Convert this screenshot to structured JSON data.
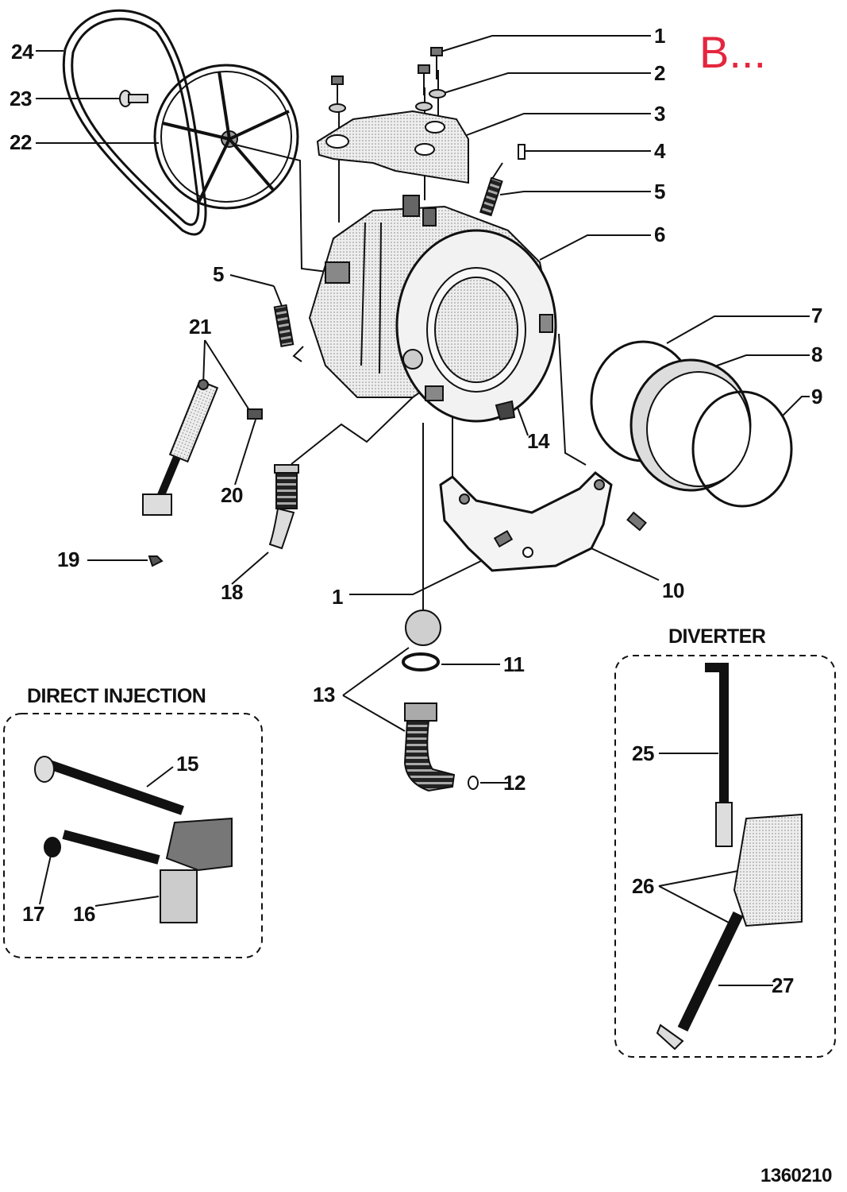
{
  "badge": "B...",
  "doc_number": "1360210",
  "sections": {
    "direct_injection": "DIRECT INJECTION",
    "diverter": "DIVERTER"
  },
  "callouts": [
    {
      "id": "c1a",
      "text": "1"
    },
    {
      "id": "c2",
      "text": "2"
    },
    {
      "id": "c3",
      "text": "3"
    },
    {
      "id": "c4",
      "text": "4"
    },
    {
      "id": "c5a",
      "text": "5"
    },
    {
      "id": "c6",
      "text": "6"
    },
    {
      "id": "c7",
      "text": "7"
    },
    {
      "id": "c8",
      "text": "8"
    },
    {
      "id": "c9",
      "text": "9"
    },
    {
      "id": "c10",
      "text": "10"
    },
    {
      "id": "c11",
      "text": "11"
    },
    {
      "id": "c12",
      "text": "12"
    },
    {
      "id": "c13",
      "text": "13"
    },
    {
      "id": "c14",
      "text": "14"
    },
    {
      "id": "c15",
      "text": "15"
    },
    {
      "id": "c16",
      "text": "16"
    },
    {
      "id": "c17",
      "text": "17"
    },
    {
      "id": "c18",
      "text": "18"
    },
    {
      "id": "c19",
      "text": "19"
    },
    {
      "id": "c20",
      "text": "20"
    },
    {
      "id": "c21",
      "text": "21"
    },
    {
      "id": "c22",
      "text": "22"
    },
    {
      "id": "c23",
      "text": "23"
    },
    {
      "id": "c24",
      "text": "24"
    },
    {
      "id": "c25",
      "text": "25"
    },
    {
      "id": "c26",
      "text": "26"
    },
    {
      "id": "c27",
      "text": "27"
    },
    {
      "id": "c5b",
      "text": "5"
    },
    {
      "id": "c1b",
      "text": "1"
    }
  ],
  "colors": {
    "badge": "#e4263e",
    "line": "#111111",
    "part_fill": "#d9d9d9",
    "dark_fill": "#555555"
  }
}
